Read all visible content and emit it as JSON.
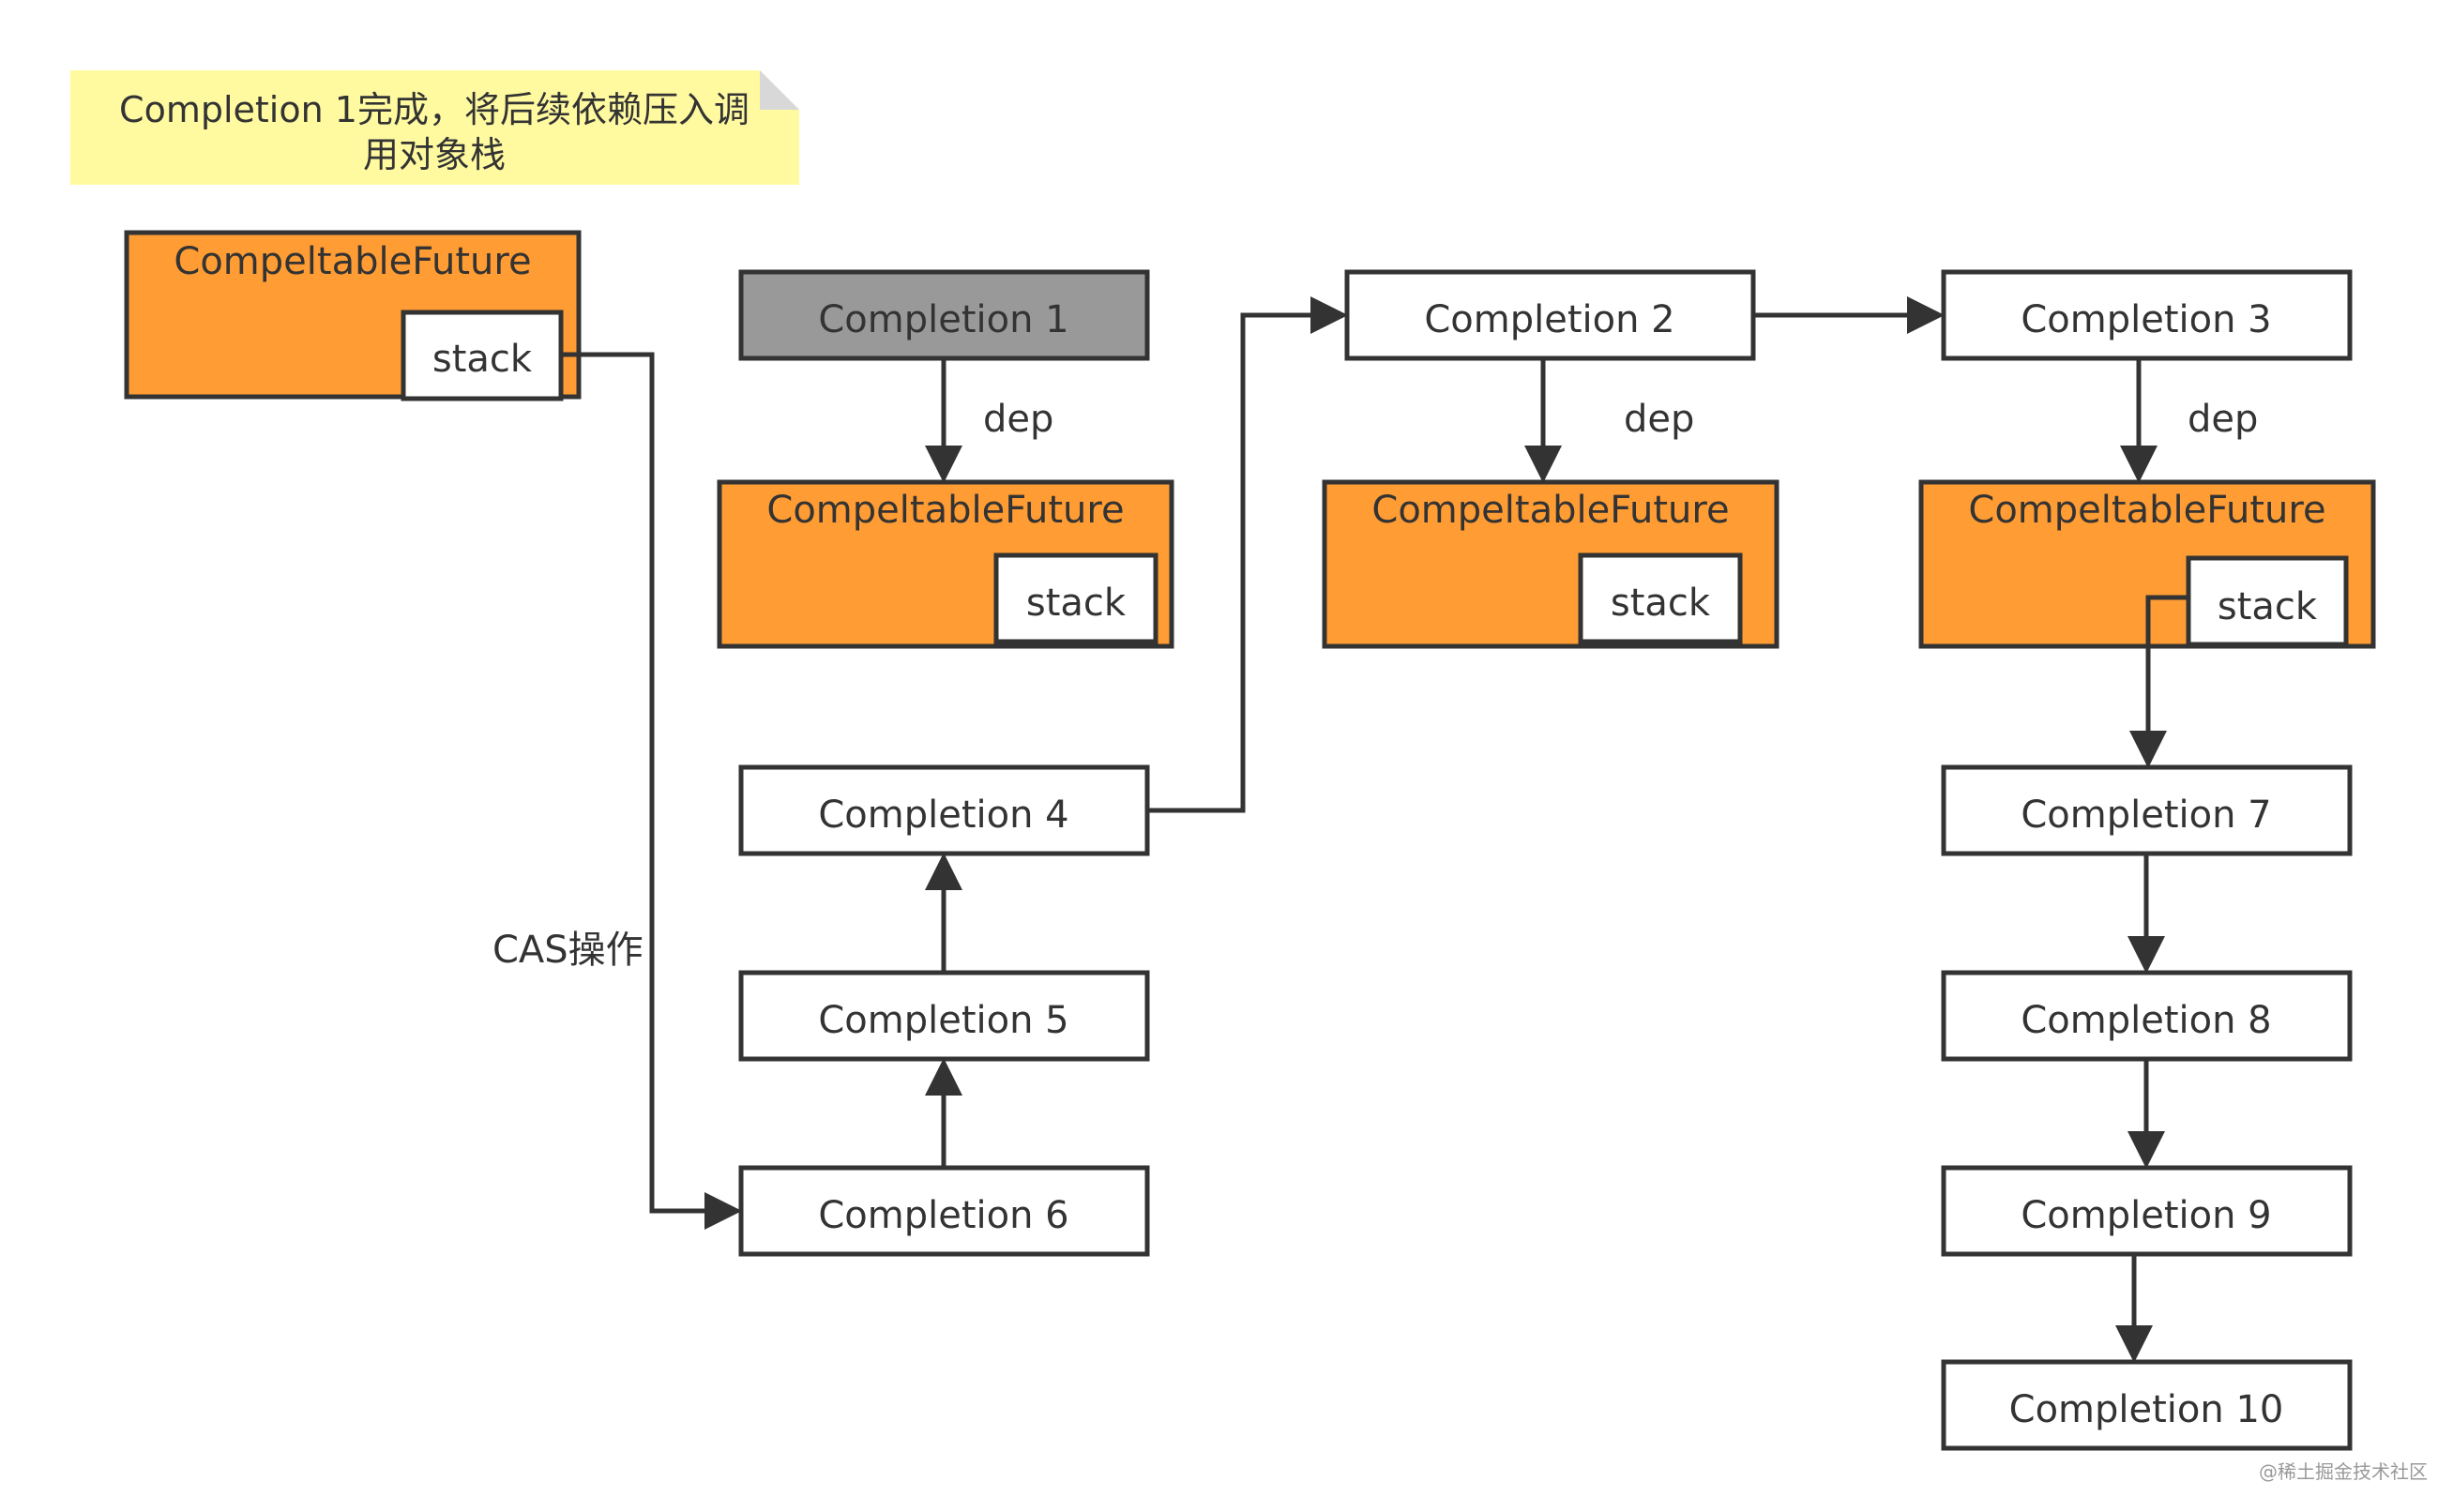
{
  "note": {
    "line1": "Completion 1完成，将后续依赖压入调",
    "line2": "用对象栈"
  },
  "nodes": {
    "cf_main": {
      "title": "CompeltableFuture",
      "stack": "stack"
    },
    "cf_1": {
      "title": "CompeltableFuture",
      "stack": "stack"
    },
    "cf_2": {
      "title": "CompeltableFuture",
      "stack": "stack"
    },
    "cf_3": {
      "title": "CompeltableFuture",
      "stack": "stack"
    },
    "c1": "Completion 1",
    "c2": "Completion 2",
    "c3": "Completion 3",
    "c4": "Completion 4",
    "c5": "Completion 5",
    "c6": "Completion 6",
    "c7": "Completion 7",
    "c8": "Completion 8",
    "c9": "Completion 9",
    "c10": "Completion 10"
  },
  "edge_labels": {
    "dep1": "dep",
    "dep2": "dep",
    "dep3": "dep",
    "cas": "CAS操作"
  },
  "colors": {
    "future_fill": "#ff9c33",
    "completed_fill": "#999999",
    "note_fill": "#fffaa0",
    "stroke": "#333333"
  },
  "watermark": "@稀土掘金技术社区"
}
